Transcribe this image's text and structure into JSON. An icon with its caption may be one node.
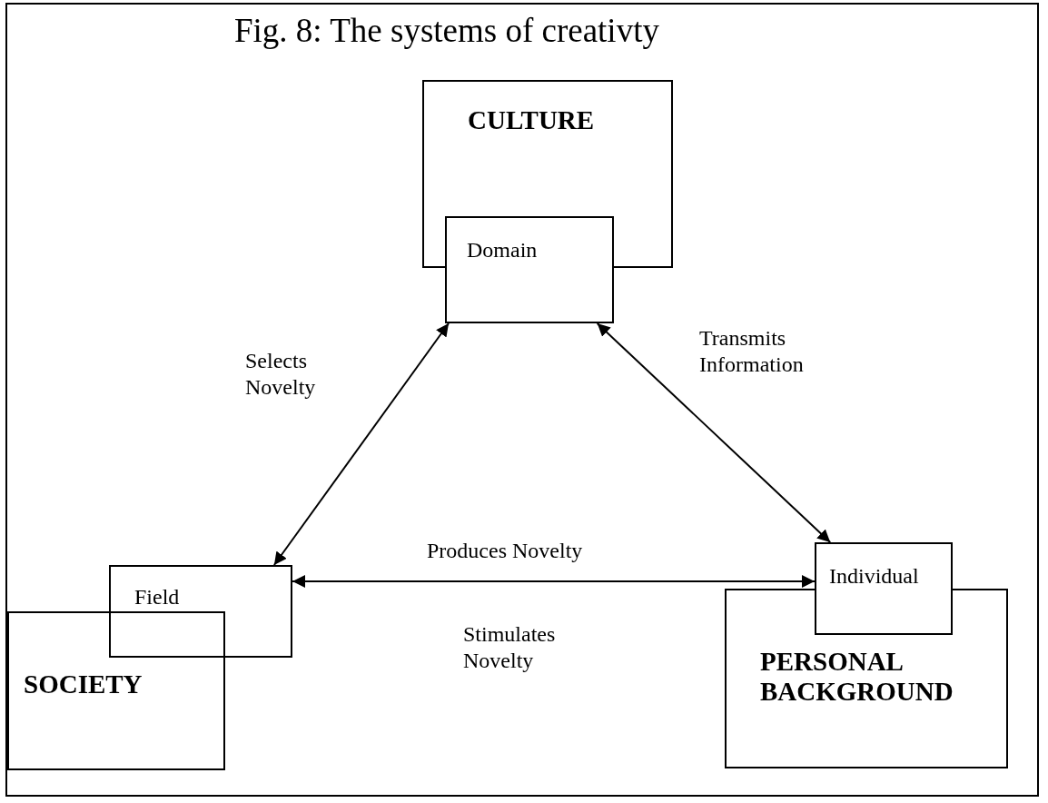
{
  "diagram": {
    "title": "Fig. 8: The systems of creativty",
    "nodes": [
      {
        "text": [
          "CULTURE"
        ]
      },
      {
        "text": [
          "Domain"
        ]
      },
      {
        "text": [
          "Field"
        ]
      },
      {
        "text": [
          "SOCIETY"
        ]
      },
      {
        "text": [
          "Individual"
        ]
      },
      {
        "text": [
          "PERSONAL BACKGROUND"
        ]
      }
    ],
    "edges": [
      {
        "from": 1,
        "to": 2,
        "arrow": "both",
        "label": "Selects Novelty"
      },
      {
        "from": 1,
        "to": 4,
        "arrow": "both",
        "label": "Transmits Information"
      },
      {
        "from": 2,
        "to": 4,
        "arrow": "both",
        "label": "Produces Novelty"
      }
    ],
    "labels": [
      "Stimulates Novelty"
    ]
  }
}
